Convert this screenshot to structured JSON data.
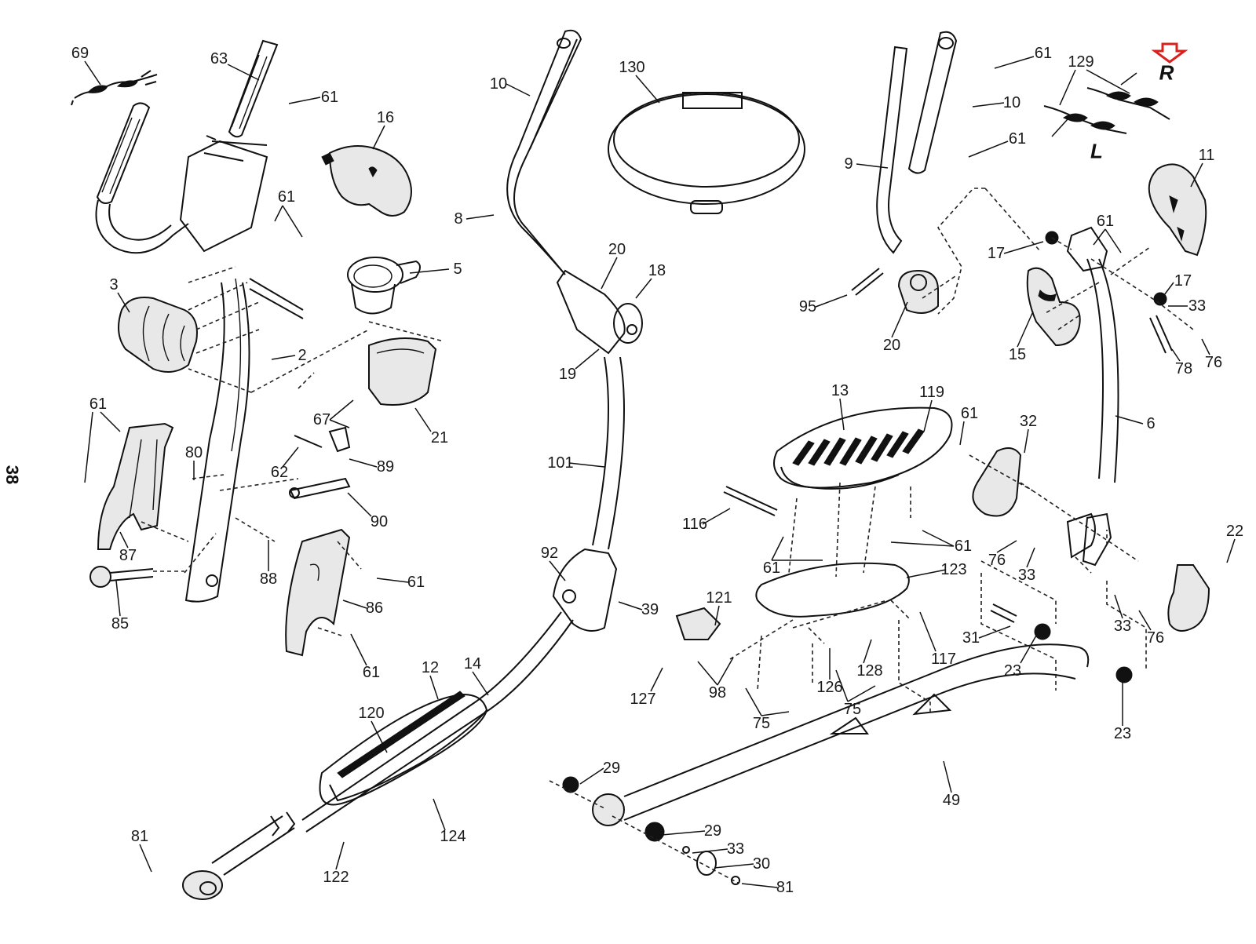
{
  "diagram": {
    "page_number": "38",
    "highlight_marker": {
      "label": "R",
      "color": "#d9201c",
      "icon": "down-arrow-outline-icon"
    },
    "side_labels": {
      "right": "R",
      "left": "L"
    },
    "callouts": [
      {
        "id": "c69a",
        "text": "69"
      },
      {
        "id": "c63",
        "text": "63"
      },
      {
        "id": "c61a",
        "text": "61"
      },
      {
        "id": "c16",
        "text": "16"
      },
      {
        "id": "c61b",
        "text": "61"
      },
      {
        "id": "c3",
        "text": "3"
      },
      {
        "id": "c5",
        "text": "5"
      },
      {
        "id": "c2",
        "text": "2"
      },
      {
        "id": "c61c",
        "text": "61"
      },
      {
        "id": "c80",
        "text": "80"
      },
      {
        "id": "c67",
        "text": "67"
      },
      {
        "id": "c21",
        "text": "21"
      },
      {
        "id": "c62",
        "text": "62"
      },
      {
        "id": "c89",
        "text": "89"
      },
      {
        "id": "c90",
        "text": "90"
      },
      {
        "id": "c87",
        "text": "87"
      },
      {
        "id": "c88",
        "text": "88"
      },
      {
        "id": "c61d",
        "text": "61"
      },
      {
        "id": "c85",
        "text": "85"
      },
      {
        "id": "c86",
        "text": "86"
      },
      {
        "id": "c61e",
        "text": "61"
      },
      {
        "id": "c10a",
        "text": "10"
      },
      {
        "id": "c130",
        "text": "130"
      },
      {
        "id": "c8",
        "text": "8"
      },
      {
        "id": "c20a",
        "text": "20"
      },
      {
        "id": "c18",
        "text": "18"
      },
      {
        "id": "c19",
        "text": "19"
      },
      {
        "id": "c101",
        "text": "101"
      },
      {
        "id": "c92",
        "text": "92"
      },
      {
        "id": "c39",
        "text": "39"
      },
      {
        "id": "c14",
        "text": "14"
      },
      {
        "id": "c12",
        "text": "12"
      },
      {
        "id": "c120",
        "text": "120"
      },
      {
        "id": "c124",
        "text": "124"
      },
      {
        "id": "c81a",
        "text": "81"
      },
      {
        "id": "c122",
        "text": "122"
      },
      {
        "id": "c61f",
        "text": "61"
      },
      {
        "id": "c10b",
        "text": "10"
      },
      {
        "id": "c9",
        "text": "9"
      },
      {
        "id": "c61g",
        "text": "61"
      },
      {
        "id": "c129",
        "text": "129"
      },
      {
        "id": "c11",
        "text": "11"
      },
      {
        "id": "c61h",
        "text": "61"
      },
      {
        "id": "c17a",
        "text": "17"
      },
      {
        "id": "c17b",
        "text": "17"
      },
      {
        "id": "c33a",
        "text": "33"
      },
      {
        "id": "c95",
        "text": "95"
      },
      {
        "id": "c20b",
        "text": "20"
      },
      {
        "id": "c15",
        "text": "15"
      },
      {
        "id": "c78",
        "text": "78"
      },
      {
        "id": "c76a",
        "text": "76"
      },
      {
        "id": "c13",
        "text": "13"
      },
      {
        "id": "c119",
        "text": "119"
      },
      {
        "id": "c61i",
        "text": "61"
      },
      {
        "id": "c32",
        "text": "32"
      },
      {
        "id": "c6",
        "text": "6"
      },
      {
        "id": "c116",
        "text": "116"
      },
      {
        "id": "c61j",
        "text": "61"
      },
      {
        "id": "c61k",
        "text": "61"
      },
      {
        "id": "c22",
        "text": "22"
      },
      {
        "id": "c123",
        "text": "123"
      },
      {
        "id": "c76b",
        "text": "76"
      },
      {
        "id": "c33b",
        "text": "33"
      },
      {
        "id": "c121",
        "text": "121"
      },
      {
        "id": "c117",
        "text": "117"
      },
      {
        "id": "c31",
        "text": "31"
      },
      {
        "id": "c33c",
        "text": "33"
      },
      {
        "id": "c76c",
        "text": "76"
      },
      {
        "id": "c127",
        "text": "127"
      },
      {
        "id": "c98",
        "text": "98"
      },
      {
        "id": "c126",
        "text": "126"
      },
      {
        "id": "c128",
        "text": "128"
      },
      {
        "id": "c75a",
        "text": "75"
      },
      {
        "id": "c75b",
        "text": "75"
      },
      {
        "id": "c23a",
        "text": "23"
      },
      {
        "id": "c23b",
        "text": "23"
      },
      {
        "id": "c49",
        "text": "49"
      },
      {
        "id": "c29a",
        "text": "29"
      },
      {
        "id": "c29b",
        "text": "29"
      },
      {
        "id": "c33d",
        "text": "33"
      },
      {
        "id": "c30",
        "text": "30"
      },
      {
        "id": "c81b",
        "text": "81"
      }
    ]
  }
}
